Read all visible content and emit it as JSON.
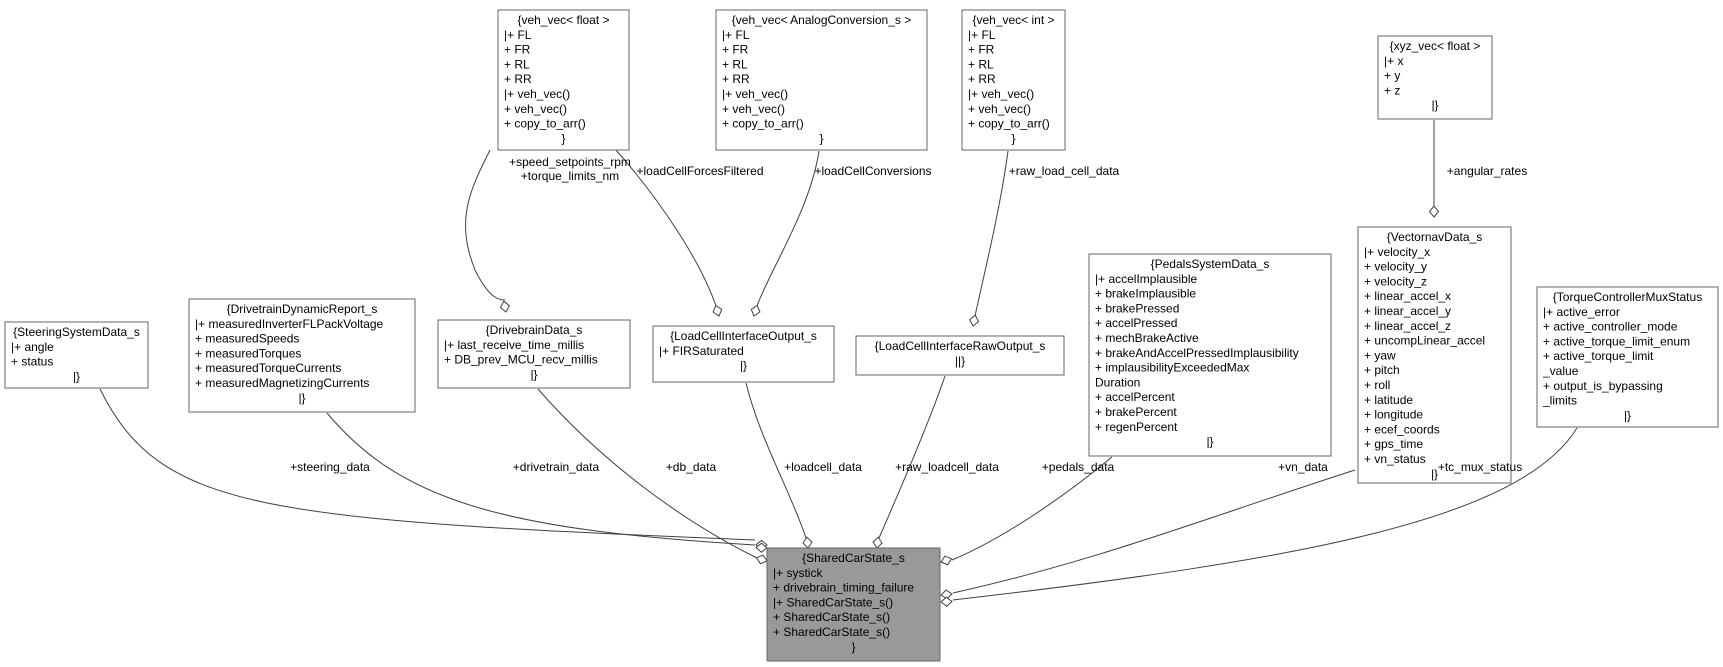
{
  "nodes": {
    "shared": {
      "lines": [
        "{SharedCarState_s",
        "|+ systick",
        "+ drivebrain_timing_failure",
        "|+ SharedCarState_s()",
        "+ SharedCarState_s()",
        "+ SharedCarState_s()",
        "}"
      ]
    },
    "steering": {
      "lines": [
        "{SteeringSystemData_s",
        "|+ angle",
        "+ status",
        "|}"
      ]
    },
    "drivetrain": {
      "lines": [
        "{DrivetrainDynamicReport_s",
        "|+ measuredInverterFLPackVoltage",
        "+ measuredSpeeds",
        "+ measuredTorques",
        "+ measuredTorqueCurrents",
        "+ measuredMagnetizingCurrents",
        "|}"
      ]
    },
    "drivebrain": {
      "lines": [
        "{DrivebrainData_s",
        "|+ last_receive_time_millis",
        "+ DB_prev_MCU_recv_millis",
        "|}"
      ]
    },
    "vecfloat": {
      "lines": [
        "{veh_vec< float >",
        "|+ FL",
        "+ FR",
        "+ RL",
        "+ RR",
        "|+ veh_vec()",
        "+ veh_vec()",
        "+ copy_to_arr()",
        "}"
      ]
    },
    "vecanalog": {
      "lines": [
        "{veh_vec< AnalogConversion_s >",
        "|+ FL",
        "+ FR",
        "+ RL",
        "+ RR",
        "|+ veh_vec()",
        "+ veh_vec()",
        "+ copy_to_arr()",
        "}"
      ]
    },
    "vecint": {
      "lines": [
        "{veh_vec< int >",
        "|+ FL",
        "+ FR",
        "+ RL",
        "+ RR",
        "|+ veh_vec()",
        "+ veh_vec()",
        "+ copy_to_arr()",
        "}"
      ]
    },
    "loadcellout": {
      "lines": [
        "{LoadCellInterfaceOutput_s",
        "|+ FIRSaturated",
        "|}"
      ]
    },
    "loadcellraw": {
      "lines": [
        "{LoadCellInterfaceRawOutput_s",
        "||}"
      ]
    },
    "pedals": {
      "lines": [
        "{PedalsSystemData_s",
        "|+ accelImplausible",
        "+ brakeImplausible",
        "+ brakePressed",
        "+ accelPressed",
        "+ mechBrakeActive",
        "+ brakeAndAccelPressedImplausibility",
        "+ implausibilityExceededMax",
        "Duration",
        "+ accelPercent",
        "+ brakePercent",
        "+ regenPercent",
        "|}"
      ]
    },
    "xyz": {
      "lines": [
        "{xyz_vec< float >",
        "|+ x",
        "+ y",
        "+ z",
        "|}"
      ]
    },
    "vectornav": {
      "lines": [
        "{VectornavData_s",
        "|+ velocity_x",
        "+ velocity_y",
        "+ velocity_z",
        "+ linear_accel_x",
        "+ linear_accel_y",
        "+ linear_accel_z",
        "+ uncompLinear_accel",
        "+ yaw",
        "+ pitch",
        "+ roll",
        "+ latitude",
        "+ longitude",
        "+ ecef_coords",
        "+ gps_time",
        "+ vn_status",
        "|}"
      ]
    },
    "torquemux": {
      "lines": [
        "{TorqueControllerMuxStatus",
        "|+ active_error",
        "+ active_controller_mode",
        "+ active_torque_limit_enum",
        "+ active_torque_limit",
        "_value",
        "+ output_is_bypassing",
        "_limits",
        "|}"
      ]
    }
  },
  "edges": {
    "steering_data": "+steering_data",
    "drivetrain_data": "+drivetrain_data",
    "db_data": "+db_data",
    "loadcell_data": "+loadcell_data",
    "raw_loadcell_data": "+raw_loadcell_data",
    "pedals_data": "+pedals_data",
    "vn_data": "+vn_data",
    "tc_mux_status": "+tc_mux_status",
    "speed_setpoints_rpm": "+speed_setpoints_rpm",
    "torque_limits_nm": "+torque_limits_nm",
    "loadCellForcesFiltered": "+loadCellForcesFiltered",
    "loadCellConversions": "+loadCellConversions",
    "raw_load_cell_data": "+raw_load_cell_data",
    "angular_rates": "+angular_rates"
  },
  "colors": {
    "focus_fill": "#999999",
    "box_border": "#666666",
    "edge": "#404040"
  }
}
